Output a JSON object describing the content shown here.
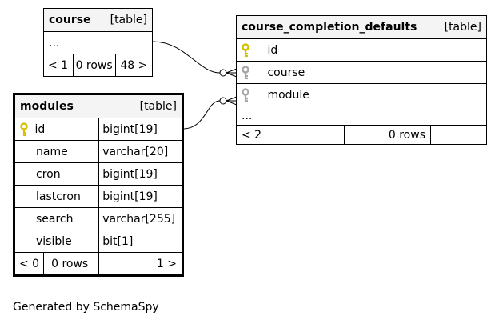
{
  "course": {
    "name": "course",
    "tag": "[table]",
    "ellipsis": "...",
    "prev": "< 1",
    "rows": "0 rows",
    "next": "48 >"
  },
  "ccd": {
    "name": "course_completion_defaults",
    "tag": "[table]",
    "columns": [
      {
        "name": "id",
        "key": "primary"
      },
      {
        "name": "course",
        "key": "foreign"
      },
      {
        "name": "module",
        "key": "foreign"
      }
    ],
    "ellipsis": "...",
    "prev": "< 2",
    "rows": "0 rows",
    "next": ""
  },
  "modules": {
    "name": "modules",
    "tag": "[table]",
    "columns": [
      {
        "name": "id",
        "type": "bigint[19]",
        "key": "primary"
      },
      {
        "name": "name",
        "type": "varchar[20]",
        "key": ""
      },
      {
        "name": "cron",
        "type": "bigint[19]",
        "key": ""
      },
      {
        "name": "lastcron",
        "type": "bigint[19]",
        "key": ""
      },
      {
        "name": "search",
        "type": "varchar[255]",
        "key": ""
      },
      {
        "name": "visible",
        "type": "bit[1]",
        "key": ""
      }
    ],
    "prev": "< 0",
    "rows": "0 rows",
    "next": "1 >"
  },
  "colors": {
    "primary_key": "#d4c200",
    "foreign_key": "#a8a8a8",
    "header_bg": "#f4f4f4"
  },
  "footer": "Generated by SchemaSpy"
}
